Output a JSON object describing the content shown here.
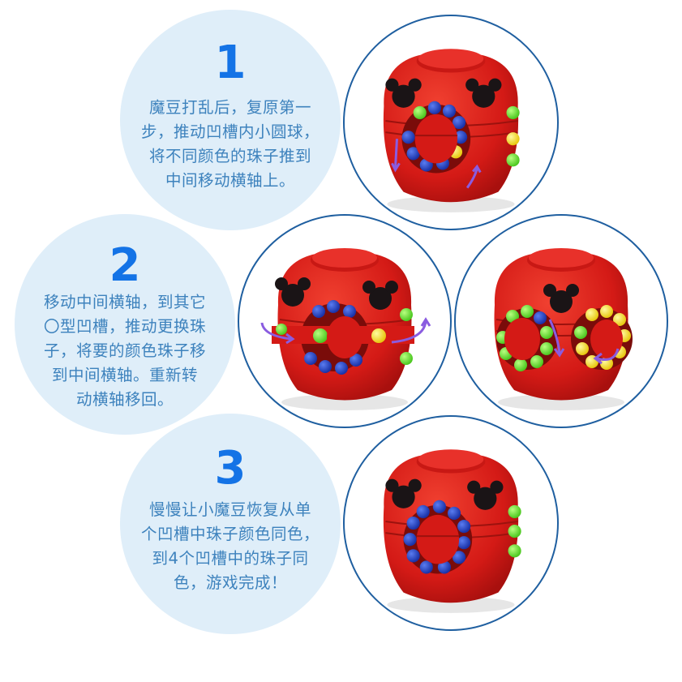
{
  "steps": [
    {
      "number": "1",
      "lines": [
        "魔豆打乱后，复原第一",
        "步，推动凹槽内小圆球，",
        "将不同颜色的珠子推到",
        "中间移动横轴上。"
      ]
    },
    {
      "number": "2",
      "lines": [
        "移动中间横轴，到其它",
        "〇型凹槽，推动更换珠",
        "子，将要的颜色珠子移",
        "到中间横轴。重新转",
        "动横轴移回。"
      ]
    },
    {
      "number": "3",
      "lines": [
        "慢慢让小魔豆恢复从单",
        "个凹槽中珠子颜色同色，",
        "到4个凹槽中的珠子同",
        "色，游戏完成！"
      ]
    }
  ],
  "images": [
    {
      "name": "toy-step1",
      "description": "red Mickey puzzle bean, blue beads ring, rotate arrows"
    },
    {
      "name": "toy-step2-left",
      "description": "red puzzle bean, horizontal axis rotation arrows"
    },
    {
      "name": "toy-step2-right",
      "description": "red puzzle bean, green and yellow bead rings"
    },
    {
      "name": "toy-step3",
      "description": "red puzzle bean, solved blue bead ring"
    }
  ],
  "colors": {
    "bubble": "#dfeef9",
    "number": "#1473e6",
    "text": "#3d82bd",
    "ring": "#1f5fa0",
    "toy_red": "#d8201c",
    "bead_blue": "#1f3fb8",
    "bead_green": "#6fe33a",
    "bead_yellow": "#f2e020",
    "arrow": "#8a5ce0"
  }
}
